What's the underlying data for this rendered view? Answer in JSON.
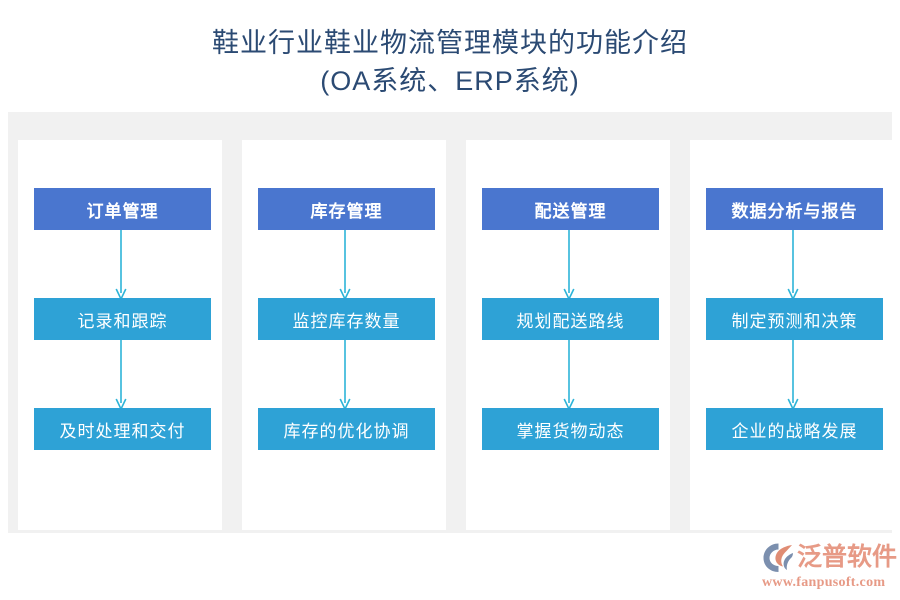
{
  "header": {
    "title_line1": "鞋业行业鞋业物流管理模块的功能介绍",
    "title_line2": "(OA系统、ERP系统)",
    "title_color": "#2b4a73"
  },
  "theme": {
    "background": "#ffffff",
    "stage_background": "#f1f1f1",
    "panel_background": "#ffffff",
    "head_box_color": "#4a76cf",
    "sub_box_color": "#2ea2d6",
    "arrow_color": "#2db4d8",
    "box_text_color": "#ffffff"
  },
  "columns": [
    {
      "head": "订单管理",
      "steps": [
        "记录和跟踪",
        "及时处理和交付"
      ]
    },
    {
      "head": "库存管理",
      "steps": [
        "监控库存数量",
        "库存的优化协调"
      ]
    },
    {
      "head": "配送管理",
      "steps": [
        "规划配送路线",
        "掌握货物动态"
      ]
    },
    {
      "head": "数据分析与报告",
      "steps": [
        "制定预测和决策",
        "企业的战略发展"
      ]
    }
  ],
  "logo": {
    "brand": "泛普软件",
    "url": "www.fanpusoft.com",
    "brand_color": "#e79a86",
    "mark_blue": "#7b8fae",
    "mark_salmon": "#e08d74"
  }
}
